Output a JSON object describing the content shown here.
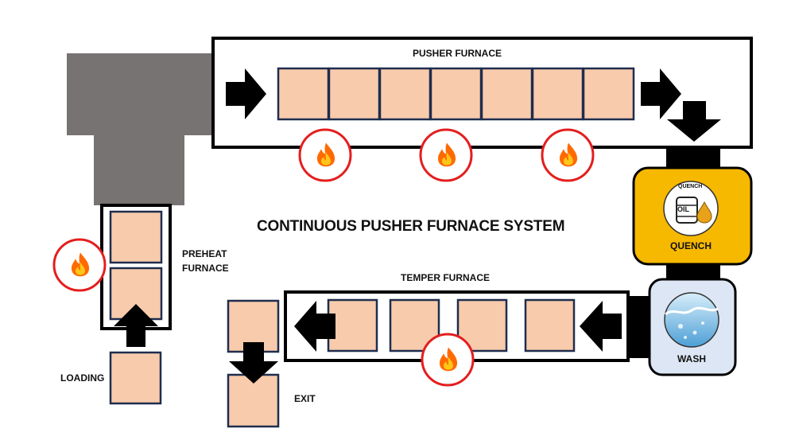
{
  "title": "CONTINUOUS PUSHER FURNACE SYSTEM",
  "labels": {
    "pusher_furnace": "PUSHER FURNACE",
    "preheat_line1": "PREHEAT",
    "preheat_line2": "FURNACE",
    "temper_furnace": "TEMPER FURNACE",
    "loading": "LOADING",
    "exit": "EXIT",
    "quench": "QUENCH",
    "quench_icon_caption": "QUENCH",
    "oil": "OIL",
    "wash": "WASH"
  },
  "colors": {
    "tray_fill": "#F7CBAC",
    "tray_border": "#1F2D4E",
    "chute": "#777372",
    "quench_fill": "#F7B800",
    "wash_fill": "#DDE6F4",
    "flame_ring": "#E41E1E",
    "flame_outer": "#FF6A00",
    "flame_inner": "#FFC61A"
  },
  "icons": [
    "arrow-icon",
    "flame-icon",
    "oil-barrel-icon",
    "water-icon"
  ]
}
